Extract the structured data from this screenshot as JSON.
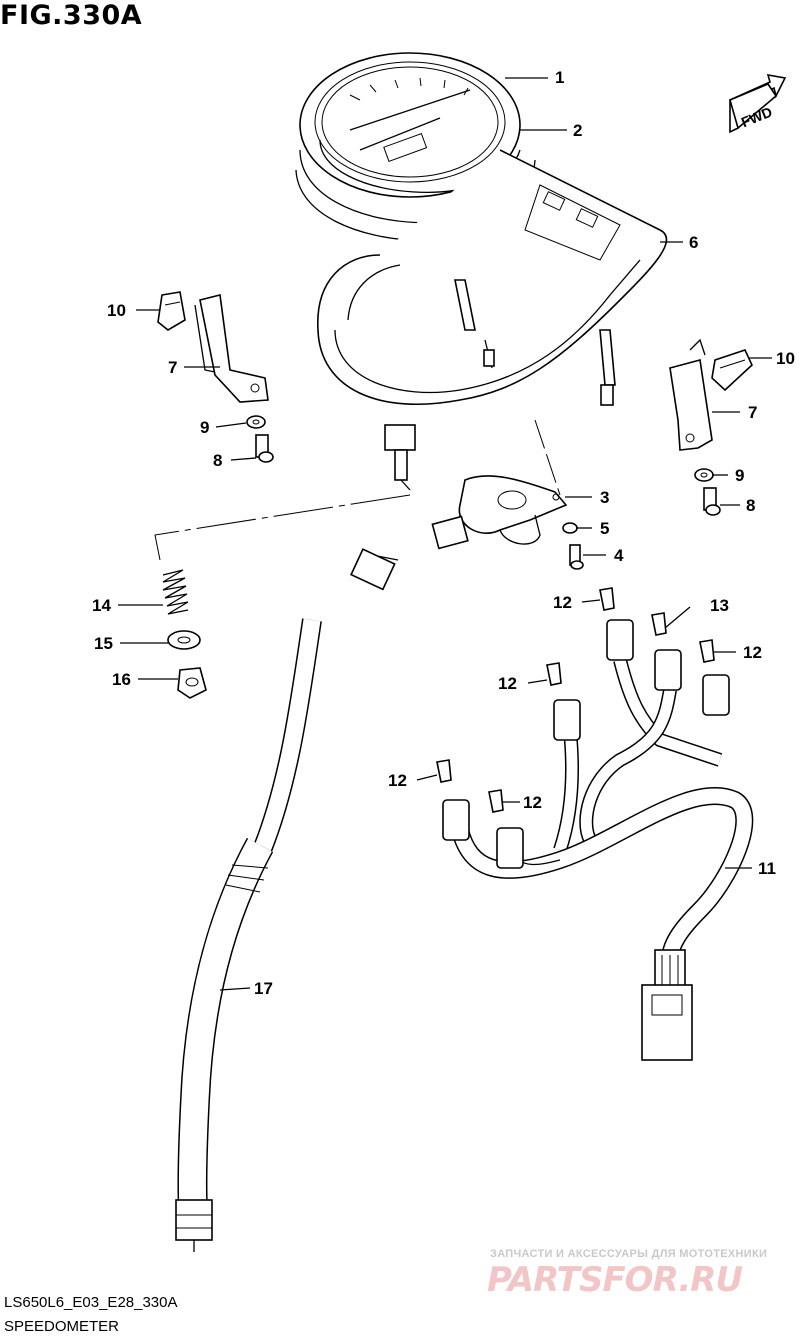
{
  "figure": {
    "title": "FIG.330A",
    "code": "LS650L6_E03_E28_330A",
    "caption": "SPEEDOMETER",
    "fwd_label": "FWD"
  },
  "callouts": [
    {
      "id": "c1",
      "text": "1"
    },
    {
      "id": "c2",
      "text": "2"
    },
    {
      "id": "c6",
      "text": "6"
    },
    {
      "id": "c10a",
      "text": "10"
    },
    {
      "id": "c7a",
      "text": "7"
    },
    {
      "id": "c10b",
      "text": "10"
    },
    {
      "id": "c7b",
      "text": "7"
    },
    {
      "id": "c9a",
      "text": "9"
    },
    {
      "id": "c8a",
      "text": "8"
    },
    {
      "id": "c9b",
      "text": "9"
    },
    {
      "id": "c8b",
      "text": "8"
    },
    {
      "id": "c3",
      "text": "3"
    },
    {
      "id": "c5",
      "text": "5"
    },
    {
      "id": "c4",
      "text": "4"
    },
    {
      "id": "c14",
      "text": "14"
    },
    {
      "id": "c15",
      "text": "15"
    },
    {
      "id": "c16",
      "text": "16"
    },
    {
      "id": "c12a",
      "text": "12"
    },
    {
      "id": "c13",
      "text": "13"
    },
    {
      "id": "c12b",
      "text": "12"
    },
    {
      "id": "c12c",
      "text": "12"
    },
    {
      "id": "c12d",
      "text": "12"
    },
    {
      "id": "c12e",
      "text": "12"
    },
    {
      "id": "c11",
      "text": "11"
    },
    {
      "id": "c17",
      "text": "17"
    }
  ],
  "watermark": {
    "top": "ЗАПЧАСТИ И АКСЕССУАРЫ ДЛЯ МОТОТЕХНИКИ",
    "main": "PARTSFOR.RU"
  }
}
